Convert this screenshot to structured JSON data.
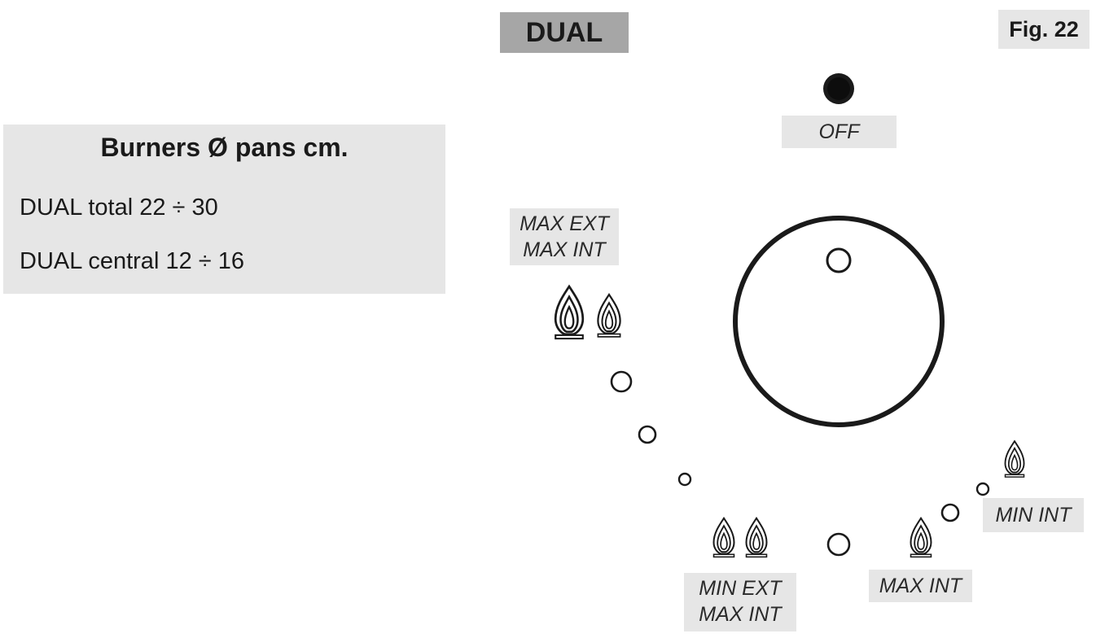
{
  "header": {
    "burner_title": "DUAL",
    "figure_label": "Fig. 22"
  },
  "info_panel": {
    "heading": "Burners Ø pans cm.",
    "rows": [
      "DUAL total 22 ÷ 30",
      "DUAL central 12 ÷ 16"
    ]
  },
  "positions": {
    "off": "OFF",
    "max_ext_line1": "MAX EXT",
    "max_ext_line2": "MAX INT",
    "min_ext_line1": "MIN EXT",
    "min_ext_line2": "MAX INT",
    "max_int": "MAX INT",
    "min_int": "MIN INT"
  },
  "colors": {
    "title_bg": "#a6a6a6",
    "panel_bg": "#e6e6e6",
    "ink": "#1a1a1a"
  },
  "icons": {
    "off_indicator": "filled-dot-icon",
    "flame": "flame-icon",
    "position_marker": "circle-marker-icon",
    "knob": "knob-icon"
  }
}
